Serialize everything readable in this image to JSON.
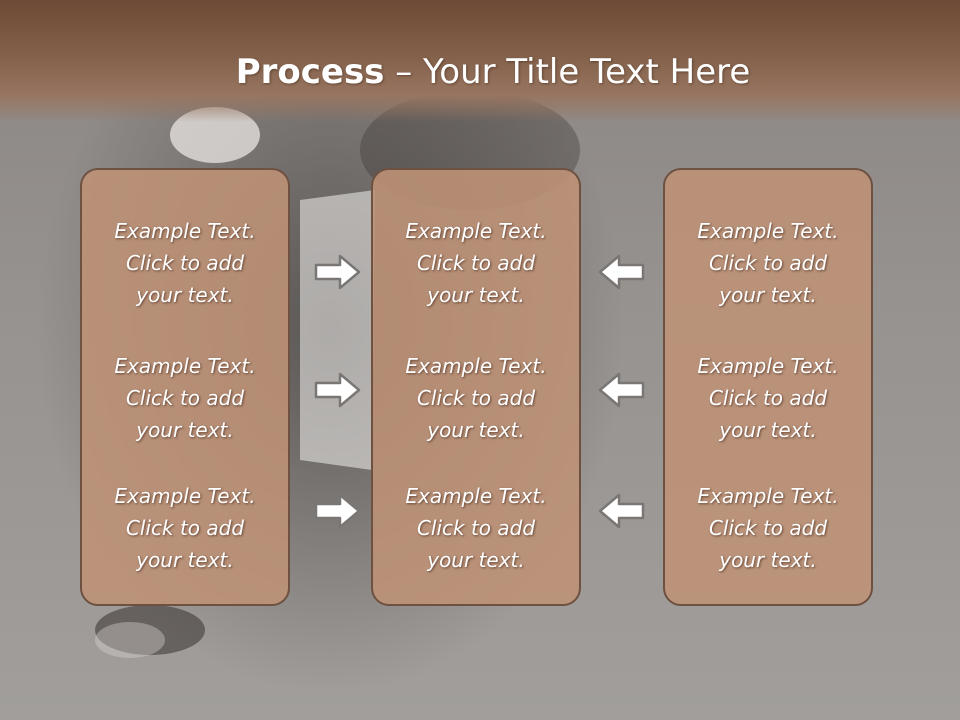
{
  "slide": {
    "title_bold": "Process",
    "title_rest": " – Your Title Text Here"
  },
  "columns": [
    {
      "items": [
        {
          "line1": "Example Text.",
          "line2": "Click  to add",
          "line3": "your text."
        },
        {
          "line1": "Example Text.",
          "line2": "Click  to add",
          "line3": "your text."
        },
        {
          "line1": "Example Text.",
          "line2": "Click  to add",
          "line3": "your text."
        }
      ]
    },
    {
      "items": [
        {
          "line1": "Example Text.",
          "line2": "Click  to add",
          "line3": "your text."
        },
        {
          "line1": "Example Text.",
          "line2": "Click  to add",
          "line3": "your text."
        },
        {
          "line1": "Example Text.",
          "line2": "Click  to add",
          "line3": "your text."
        }
      ]
    },
    {
      "items": [
        {
          "line1": "Example Text.",
          "line2": "Click  to add",
          "line3": "your text."
        },
        {
          "line1": "Example Text.",
          "line2": "Click  to add",
          "line3": "your text."
        },
        {
          "line1": "Example Text.",
          "line2": "Click  to add",
          "line3": "your text."
        }
      ]
    }
  ],
  "arrows": {
    "left_group": "right-arrow-icon",
    "right_group": "left-arrow-icon"
  },
  "colors": {
    "header": "#7a563f",
    "box_fill": "#be9276",
    "box_border": "#6e5140",
    "text": "#ffffff"
  }
}
